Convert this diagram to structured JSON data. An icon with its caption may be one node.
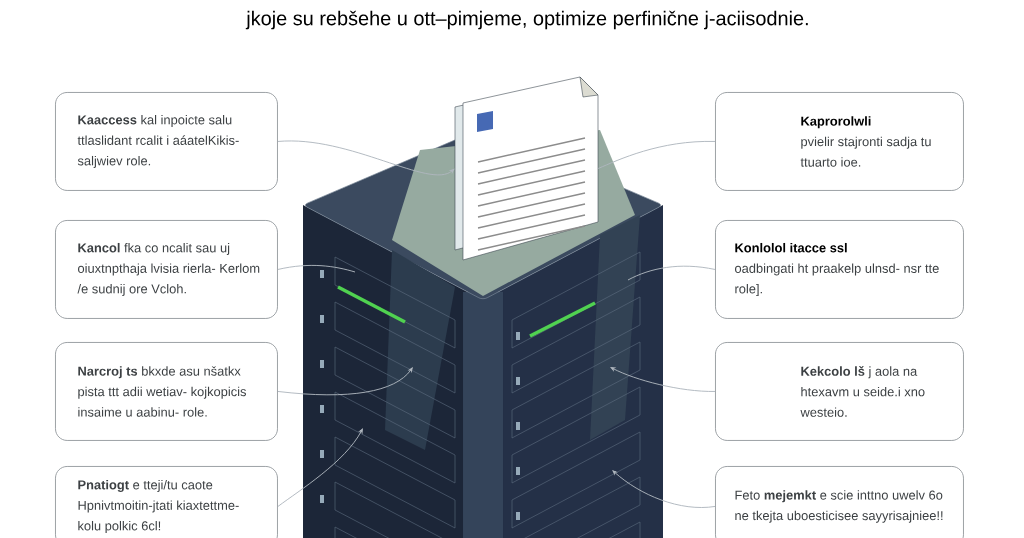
{
  "diagram": {
    "title": "jkoje su rebšehe u ott–pimjeme, optimize perfinične j-aciisodnie.",
    "nodes": [
      {
        "text": [
          "**Kaaccess** kal inpoicte salu ttlaslidant rcalit i aáatelKikis- saljwiev role."
        ]
      },
      {
        "text": [
          "Kaprorolwli",
          "pvielir stajronti sadja tu ttuarto ioe."
        ]
      },
      {
        "text": [
          "**Kancol** fka co ncalit sau uj oiuxtnpthaja lvisia rierla- Kerlom /e sudnij ore Vcloh."
        ]
      },
      {
        "text": [
          "Konlolol itacce ssl",
          "oadbingati ht praakelp ulnsd- nsr tte role]."
        ]
      },
      {
        "text": [
          "**Narcroj ts** bkxde asu nšatkx pista ttt adii wetiav- kojkopicis insaime u aabinu- role."
        ]
      },
      {
        "text": [
          "**Kekcolo lš** j aola na htexavm u seide.i xno westeio."
        ]
      },
      {
        "text": [
          "**Pnatiogt** e tteji/tu caote Hpnivtmoitin-jtati kiaxtettme- kolu polkic 6cl!"
        ]
      },
      {
        "text": [
          "Feto **mejemkt** e scie inttno uwelv 6o ne tkejta uboesticisee sayyrisajniee!!"
        ]
      },
      {
        "text": [],
        "shape": "picture"
      }
    ],
    "edges": [
      {
        "from": 0,
        "to": 8,
        "arrow": "to"
      },
      {
        "from": 1,
        "to": 8,
        "arrow": "none"
      },
      {
        "from": 2,
        "to": null,
        "arrow": "none"
      },
      {
        "from": 3,
        "to": null,
        "arrow": "none"
      },
      {
        "from": 4,
        "to": null,
        "arrow": "to"
      },
      {
        "from": 5,
        "to": null,
        "arrow": "to"
      },
      {
        "from": 6,
        "to": null,
        "arrow": "to"
      },
      {
        "from": 7,
        "to": null,
        "arrow": "to"
      }
    ]
  }
}
